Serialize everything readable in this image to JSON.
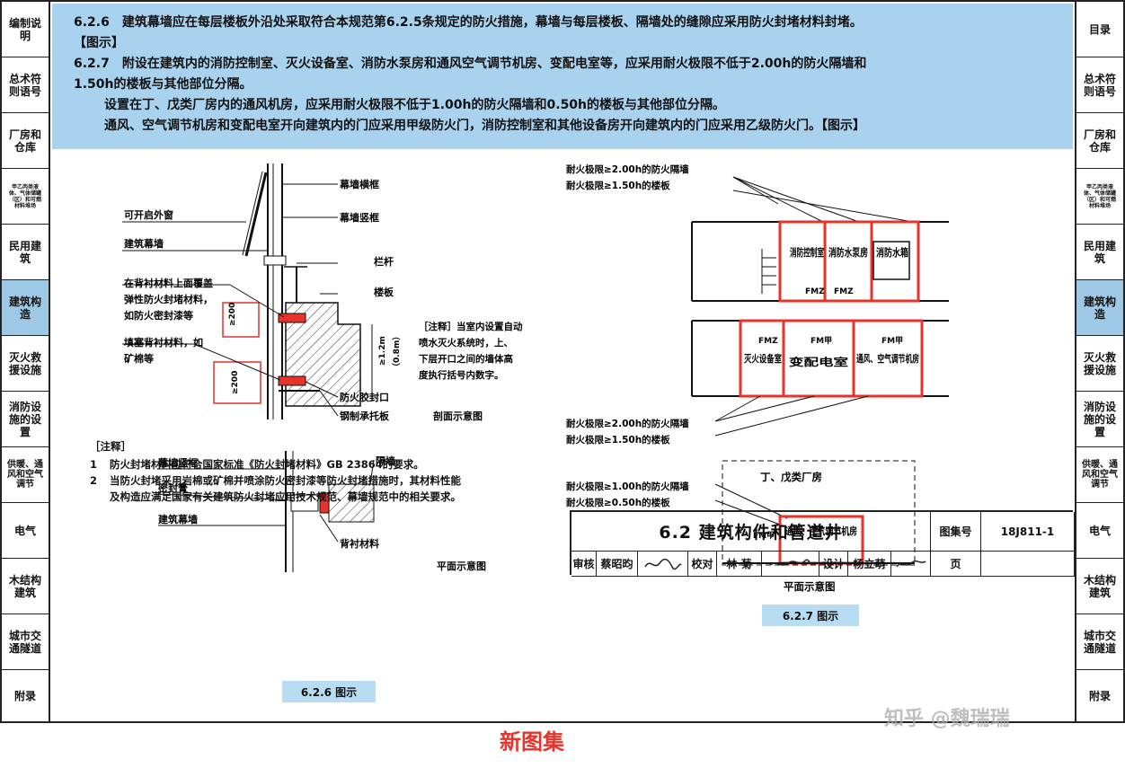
{
  "left_tabs": [
    {
      "label": "编制说明",
      "active": false
    },
    {
      "label": "总术符则语号",
      "active": false
    },
    {
      "label": "厂房和仓库",
      "active": false
    },
    {
      "label": "甲乙丙类液体、气体储罐（区）和可燃材料堆场",
      "active": false
    },
    {
      "label": "民用建筑",
      "active": false
    },
    {
      "label": "建筑构造",
      "active": true
    },
    {
      "label": "灭火救援设施",
      "active": false
    },
    {
      "label": "消防设施的设置",
      "active": false
    },
    {
      "label": "供暖、通风和空气调节",
      "active": false
    },
    {
      "label": "电气",
      "active": false
    },
    {
      "label": "木结构建筑",
      "active": false
    },
    {
      "label": "城市交通隧道",
      "active": false
    },
    {
      "label": "附录",
      "active": false
    }
  ],
  "right_tabs": [
    {
      "label": "目录",
      "active": false
    },
    {
      "label": "总术符则语号",
      "active": false
    },
    {
      "label": "厂房和仓库",
      "active": false
    },
    {
      "label": "甲乙丙类液体、气体储罐（区）和可燃材料堆场",
      "active": false
    },
    {
      "label": "民用建筑",
      "active": false
    },
    {
      "label": "建筑构造",
      "active": true
    },
    {
      "label": "灭火救援设施",
      "active": false
    },
    {
      "label": "消防设施的设置",
      "active": false
    },
    {
      "label": "供暖、通风和空气调节",
      "active": false
    },
    {
      "label": "电气",
      "active": false
    },
    {
      "label": "木结构建筑",
      "active": false
    },
    {
      "label": "城市交通隧道",
      "active": false
    },
    {
      "label": "附录",
      "active": false
    }
  ],
  "header": {
    "line1": "6.2.6　建筑幕墙应在每层楼板外沿处采取符合本规范第6.2.5条规定的防火措施，幕墙与每层楼板、隔墙处的缝隙应采用防火封堵材料封堵。",
    "line2": "【图示】",
    "line3": "6.2.7　附设在建筑内的消防控制室、灭火设备室、消防水泵房和通风空气调节机房、变配电室等，应采用耐火极限不低于2.00h的防火隔墙和",
    "line4": "1.50h的楼板与其他部位分隔。",
    "line5": "设置在丁、戊类厂房内的通风机房，应采用耐火极限不低于1.00h的防火隔墙和0.50h的楼板与其他部位分隔。",
    "line6": "通风、空气调节机房和变配电室开向建筑内的门应采用甲级防火门，消防控制室和其他设备房开向建筑内的门应采用乙级防火门。【图示】"
  },
  "section_diagram": {
    "labels": {
      "curtain_transom": "幕墙横框",
      "openable_window": "可开启外窗",
      "curtain_mullion": "幕墙竖框",
      "curtain_wall": "建筑幕墙",
      "railing": "栏杆",
      "slab": "楼板",
      "backing_note_1": "在背衬材料上面覆盖",
      "backing_note_2": "弹性防火封堵材料，",
      "backing_note_3": "如防火密封漆等",
      "fill_note_1": "填塞背衬材料，如",
      "fill_note_2": "矿棉等",
      "fire_seal": "防火胶封口",
      "steel_tray": "钢制承托板",
      "dim_200_top": "≥200",
      "dim_200_bottom": "≥200",
      "dim_height": "≥1.2m",
      "dim_height_alt": "（0.8m）",
      "caption": "剖面示意图"
    },
    "annotation": {
      "line1": "［注释］当室内设置自动",
      "line2": "喷水灭火系统时，上、",
      "line3": "下层开口之间的墙体高",
      "line4": "度执行括号内数字。"
    }
  },
  "plan_diagram_626": {
    "labels": {
      "mullion": "幕墙竖框",
      "partition": "隔墙",
      "sealant": "密封膏",
      "curtain_wall": "建筑幕墙",
      "backing": "背衬材料",
      "caption": "平面示意图"
    }
  },
  "notes": {
    "title": "［注释］",
    "items": [
      {
        "num": "1",
        "text": "防火封堵材料应符合国家标准《防火封堵材料》GB 23864的要求。"
      },
      {
        "num": "2",
        "text": "当防火封堵采用岩棉或矿棉并喷涂防火密封漆等防火封堵措施时，其材料性能"
      },
      {
        "num": "",
        "text": "及构造应满足国家有关建筑防火封堵应用技术规范、幕墙规范中的相关要求。"
      }
    ]
  },
  "fig_626_button": "6.2.6 图示",
  "fig_627_button": "6.2.7 图示",
  "plan_627": {
    "top_wall_label": "耐火极限≥2.00h的防火隔墙",
    "top_slab_label": "耐火极限≥1.50h的楼板",
    "mid_wall_label": "耐火极限≥2.00h的防火隔墙",
    "mid_slab_label": "耐火极限≥1.50h的楼板",
    "rooms_top": [
      "消防控制室",
      "消防水泵房",
      "消防水箱"
    ],
    "rooms_bottom": [
      "灭火设备室",
      "变配电室",
      "通风、空气调节机房"
    ],
    "door_b": "FMZ",
    "door_a": "FM甲",
    "factory_label": "丁、戊类厂房",
    "fan_wall_label": "耐火极限≥1.00h的防火隔墙",
    "fan_slab_label": "耐火极限≥0.50h的楼板",
    "fan_room": "通风、空气调节机房",
    "caption": "平面示意图"
  },
  "title_block": {
    "title": "6.2  建筑构件和管道井",
    "atlas_label": "图集号",
    "atlas_no": "18J811-1",
    "review_label": "审核",
    "reviewer": "蔡昭昀",
    "check_label": "校对",
    "checker": "林  菊",
    "design_label": "设计",
    "designer": "杨立萌",
    "page_label": "页"
  },
  "footer_label": "新图集",
  "watermark": "知乎 @魏瑞瑞",
  "colors": {
    "header_bg": "#a9d2ef",
    "active_tab": "#9ec9e6",
    "fire_red": "#e8322a",
    "button_bg": "#b8dcf2"
  }
}
